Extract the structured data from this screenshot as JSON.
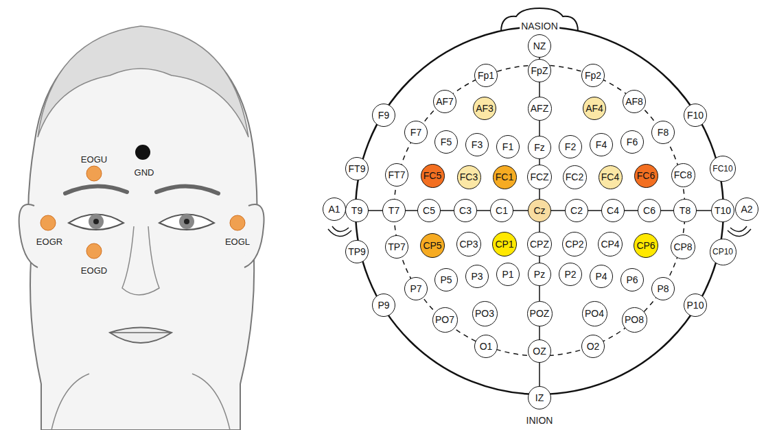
{
  "diagram": {
    "nodes": [
      {
        "text": [
          "NZ"
        ]
      },
      {
        "text": [
          "FpZ"
        ]
      },
      {
        "text": [
          "Fp1"
        ]
      },
      {
        "text": [
          "Fp2"
        ]
      },
      {
        "text": [
          "AF7"
        ]
      },
      {
        "text": [
          "AF3"
        ]
      },
      {
        "text": [
          "AFZ"
        ]
      },
      {
        "text": [
          "AF4"
        ]
      },
      {
        "text": [
          "AF8"
        ]
      },
      {
        "text": [
          "F9"
        ]
      },
      {
        "text": [
          "F10"
        ]
      },
      {
        "text": [
          "F7"
        ]
      },
      {
        "text": [
          "F5"
        ]
      },
      {
        "text": [
          "F3"
        ]
      },
      {
        "text": [
          "F1"
        ]
      },
      {
        "text": [
          "Fz"
        ]
      },
      {
        "text": [
          "F2"
        ]
      },
      {
        "text": [
          "F4"
        ]
      },
      {
        "text": [
          "F6"
        ]
      },
      {
        "text": [
          "F8"
        ]
      },
      {
        "text": [
          "FT9"
        ]
      },
      {
        "text": [
          "FT7"
        ]
      },
      {
        "text": [
          "FC5"
        ]
      },
      {
        "text": [
          "FC3"
        ]
      },
      {
        "text": [
          "FC1"
        ]
      },
      {
        "text": [
          "FCZ"
        ]
      },
      {
        "text": [
          "FC2"
        ]
      },
      {
        "text": [
          "FC4"
        ]
      },
      {
        "text": [
          "FC6"
        ]
      },
      {
        "text": [
          "FC8"
        ]
      },
      {
        "text": [
          "FC10"
        ]
      },
      {
        "text": [
          "A1"
        ]
      },
      {
        "text": [
          "T9"
        ]
      },
      {
        "text": [
          "T7"
        ]
      },
      {
        "text": [
          "C5"
        ]
      },
      {
        "text": [
          "C3"
        ]
      },
      {
        "text": [
          "C1"
        ]
      },
      {
        "text": [
          "Cz"
        ]
      },
      {
        "text": [
          "C2"
        ]
      },
      {
        "text": [
          "C4"
        ]
      },
      {
        "text": [
          "C6"
        ]
      },
      {
        "text": [
          "T8"
        ]
      },
      {
        "text": [
          "T10"
        ]
      },
      {
        "text": [
          "A2"
        ]
      },
      {
        "text": [
          "TP9"
        ]
      },
      {
        "text": [
          "TP7"
        ]
      },
      {
        "text": [
          "CP5"
        ]
      },
      {
        "text": [
          "CP3"
        ]
      },
      {
        "text": [
          "CP1"
        ]
      },
      {
        "text": [
          "CPZ"
        ]
      },
      {
        "text": [
          "CP2"
        ]
      },
      {
        "text": [
          "CP4"
        ]
      },
      {
        "text": [
          "CP6"
        ]
      },
      {
        "text": [
          "CP8"
        ]
      },
      {
        "text": [
          "CP10"
        ]
      },
      {
        "text": [
          "P9"
        ]
      },
      {
        "text": [
          "P7"
        ]
      },
      {
        "text": [
          "P5"
        ]
      },
      {
        "text": [
          "P3"
        ]
      },
      {
        "text": [
          "P1"
        ]
      },
      {
        "text": [
          "Pz"
        ]
      },
      {
        "text": [
          "P2"
        ]
      },
      {
        "text": [
          "P4"
        ]
      },
      {
        "text": [
          "P6"
        ]
      },
      {
        "text": [
          "P8"
        ]
      },
      {
        "text": [
          "P10"
        ]
      },
      {
        "text": [
          "PO7"
        ]
      },
      {
        "text": [
          "PO3"
        ]
      },
      {
        "text": [
          "POZ"
        ]
      },
      {
        "text": [
          "PO4"
        ]
      },
      {
        "text": [
          "PO8"
        ]
      },
      {
        "text": [
          "O1"
        ]
      },
      {
        "text": [
          "OZ"
        ]
      },
      {
        "text": [
          "O2"
        ]
      },
      {
        "text": [
          "IZ"
        ]
      }
    ],
    "labels": [
      "EOGU",
      "GND",
      "EOGR",
      "EOGD",
      "EOGL",
      "NASION",
      "INION"
    ]
  }
}
